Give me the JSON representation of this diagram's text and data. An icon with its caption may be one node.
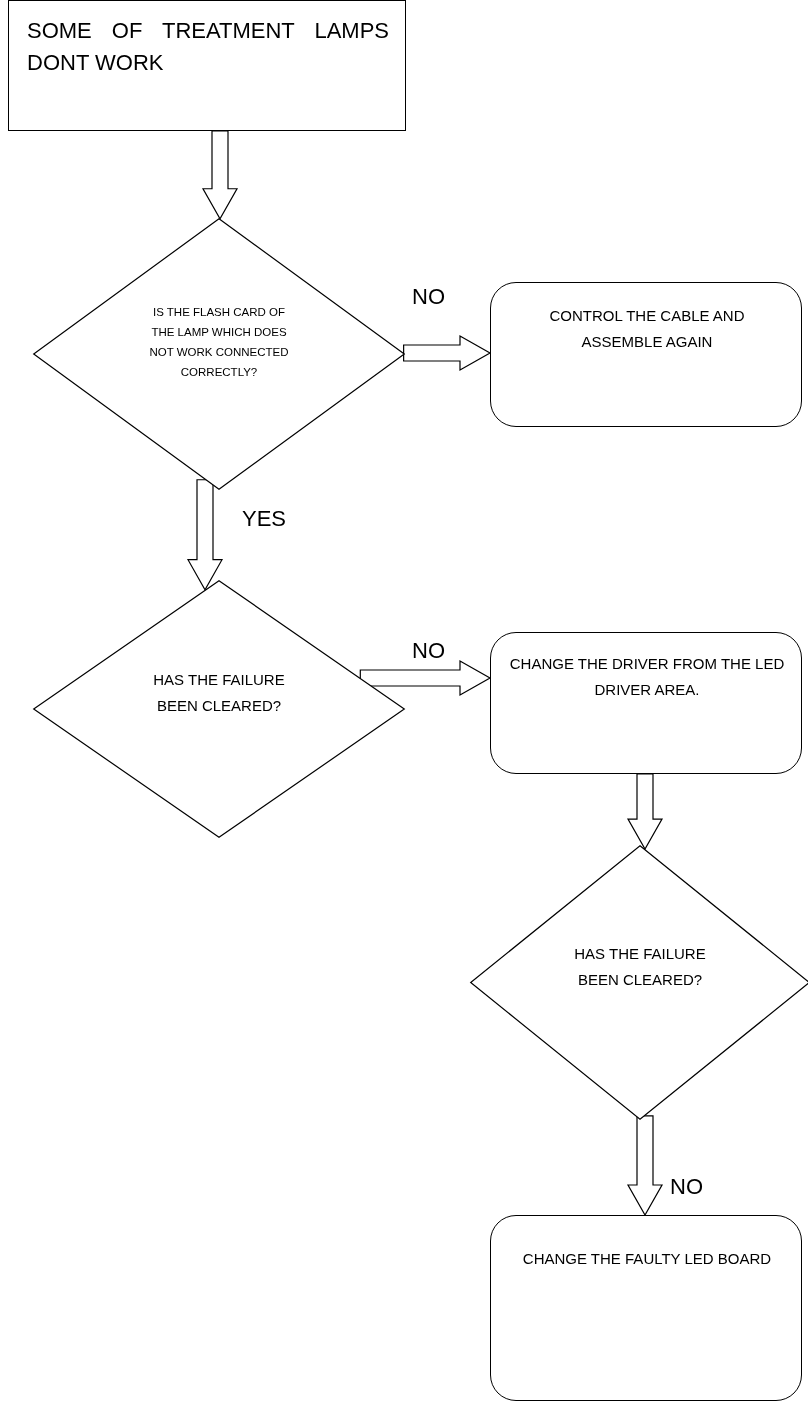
{
  "diagram": {
    "nodes": [
      {
        "text": [
          "SOME OF TREATMENT LAMPS DONT WORK"
        ]
      },
      {
        "text": [
          "IS THE FLASH CARD OF THE LAMP WHICH DOES NOT WORK CONNECTED CORRECTLY?"
        ]
      },
      {
        "text": [
          "CONTROL THE CABLE AND ASSEMBLE AGAIN"
        ]
      },
      {
        "text": [
          "HAS THE FAILURE BEEN CLEARED?"
        ]
      },
      {
        "text": [
          "CHANGE THE DRIVER FROM THE LED DRIVER AREA."
        ]
      },
      {
        "text": [
          "HAS THE FAILURE BEEN CLEARED?"
        ]
      },
      {
        "text": [
          "CHANGE THE FAULTY LED BOARD"
        ]
      }
    ],
    "edges": [
      {
        "from": 0,
        "to": 1,
        "arrow": "to"
      },
      {
        "from": 1,
        "to": 2,
        "arrow": "to",
        "label": "NO"
      },
      {
        "from": 1,
        "to": 3,
        "arrow": "to",
        "label": "YES"
      },
      {
        "from": 3,
        "to": 4,
        "arrow": "to",
        "label": "NO"
      },
      {
        "from": 4,
        "to": 5,
        "arrow": "to"
      },
      {
        "from": 5,
        "to": 6,
        "arrow": "to",
        "label": "NO"
      }
    ]
  }
}
